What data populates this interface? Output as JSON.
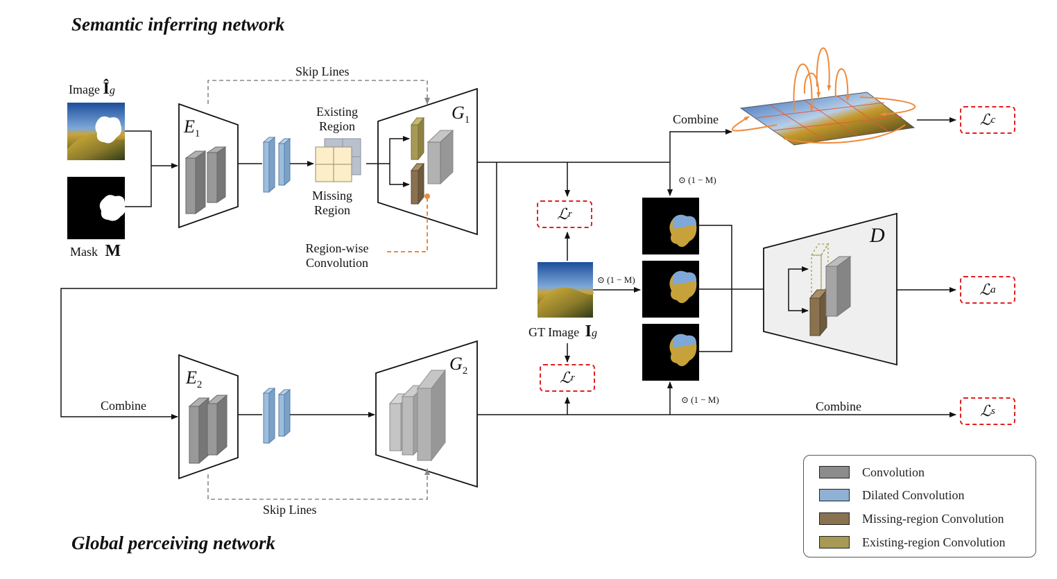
{
  "titles": {
    "semantic": "Semantic inferring network",
    "global": "Global  perceiving network"
  },
  "inputs": {
    "image_label": "Image",
    "image_symbol": "Î",
    "image_sub": "g",
    "mask_label": "Mask",
    "mask_symbol": "M"
  },
  "labels": {
    "skip_lines_top": "Skip Lines",
    "skip_lines_bottom": "Skip Lines",
    "existing_region": "Existing",
    "existing_region_2": "Region",
    "missing_region": "Missing",
    "missing_region_2": "Region",
    "region_wise": "Region-wise",
    "region_wise_2": "Convolution",
    "combine_left": "Combine",
    "combine_top": "Combine",
    "combine_bottom": "Combine",
    "gt_image": "GT Image",
    "gt_symbol": "I",
    "gt_sub": "g",
    "mask_op_1": "⊙ (1 − M)",
    "mask_op_2": "⊙ (1 − M)",
    "mask_op_3": "⊙ (1 − M)"
  },
  "modules": {
    "e1": "E",
    "e1_sub": "1",
    "g1": "G",
    "g1_sub": "1",
    "e2": "E",
    "e2_sub": "2",
    "g2": "G",
    "g2_sub": "2",
    "d": "D"
  },
  "losses": {
    "lc": "ℒ",
    "lc_sub": "c",
    "lr_top": "ℒ",
    "lr_top_sub": "r",
    "lr_bottom": "ℒ",
    "lr_bottom_sub": "r",
    "la": "ℒ",
    "la_sub": "a",
    "ls": "ℒ",
    "ls_sub": "s"
  },
  "legend": {
    "items": [
      {
        "label": "Convolution",
        "color": "#8c8c8c"
      },
      {
        "label": "Dilated Convolution",
        "color": "#8fb1d3"
      },
      {
        "label": "Missing-region Convolution",
        "color": "#8a7150"
      },
      {
        "label": "Existing-region Convolution",
        "color": "#a69a55"
      }
    ]
  },
  "colors": {
    "orange": "#ee8a3c",
    "loss_border": "#e02020",
    "conv": "#8c8c8c",
    "dilated": "#8fb1d3",
    "missing": "#8a7150",
    "existing": "#a69a55"
  }
}
